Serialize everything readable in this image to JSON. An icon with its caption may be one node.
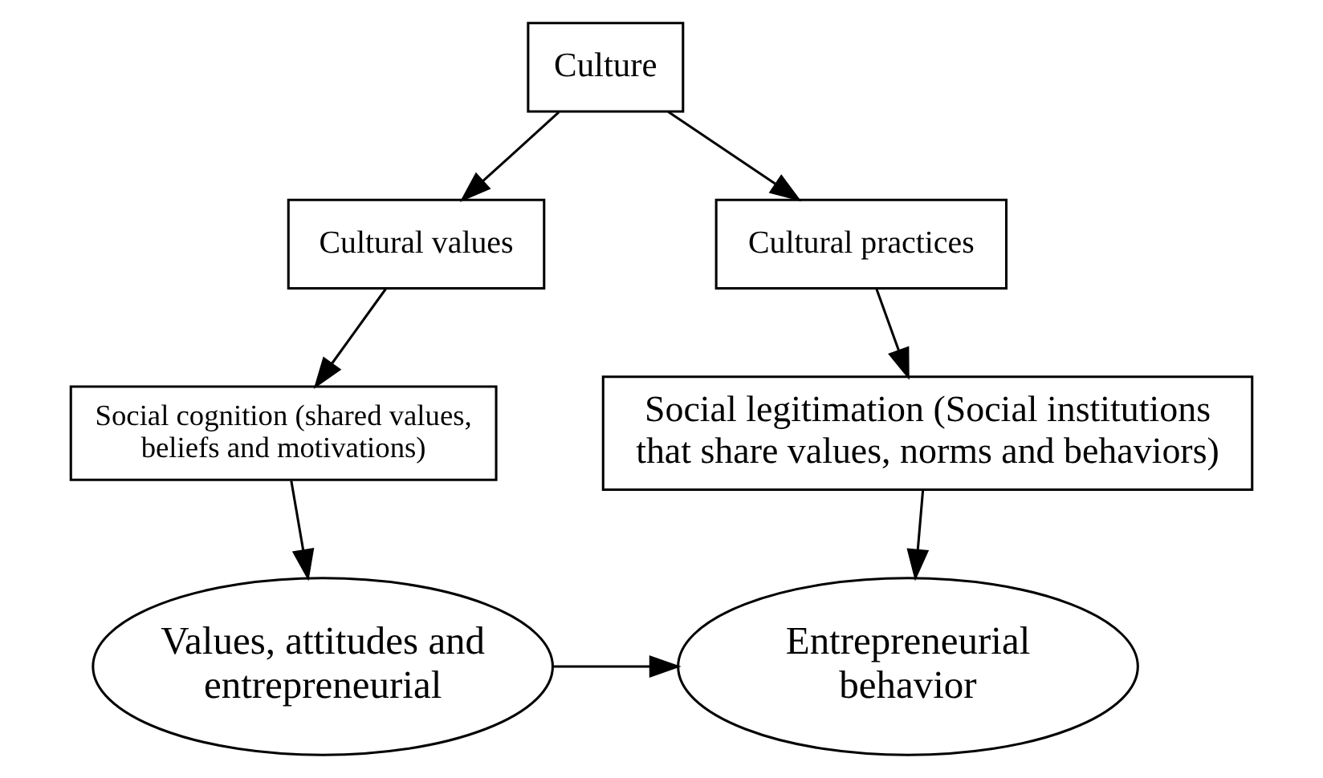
{
  "diagram": {
    "nodes": [
      {
        "text": [
          "Culture"
        ]
      },
      {
        "text": [
          "Cultural values"
        ]
      },
      {
        "text": [
          "Cultural practices"
        ]
      },
      {
        "text": [
          "Social cognition (shared values, beliefs and motivations)"
        ]
      },
      {
        "text": [
          "Social legitimation (Social institutions that share values, norms and behaviors)"
        ]
      },
      {
        "text": [
          "Values, attitudes and entrepreneurial"
        ]
      },
      {
        "text": [
          "Entrepreneurial behavior"
        ]
      }
    ],
    "edges": [
      {
        "from": 0,
        "to": 1,
        "arrow": "to"
      },
      {
        "from": 0,
        "to": 2,
        "arrow": "to"
      },
      {
        "from": 1,
        "to": 3,
        "arrow": "to"
      },
      {
        "from": 2,
        "to": 4,
        "arrow": "to"
      },
      {
        "from": 3,
        "to": 5,
        "arrow": "to"
      },
      {
        "from": 4,
        "to": 6,
        "arrow": "to"
      },
      {
        "from": 5,
        "to": 6,
        "arrow": "to"
      }
    ]
  }
}
